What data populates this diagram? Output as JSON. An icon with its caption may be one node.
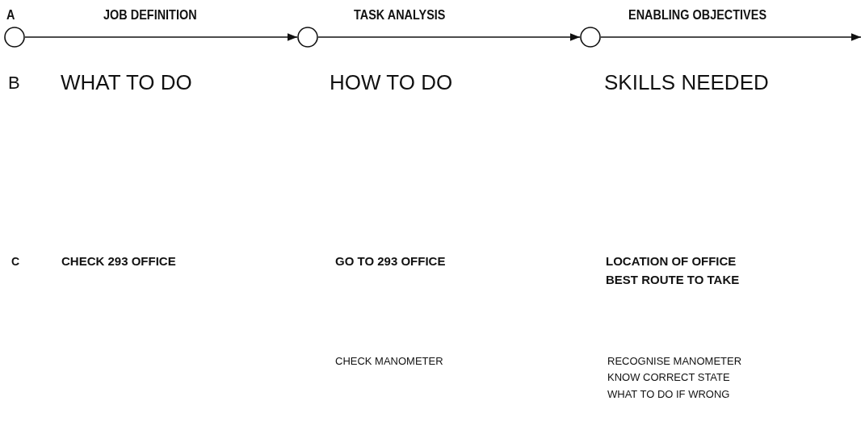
{
  "diagram": {
    "nodes": [
      {
        "text": [],
        "shape": "circle"
      },
      {
        "text": [],
        "shape": "circle"
      },
      {
        "text": [],
        "shape": "circle"
      }
    ],
    "edges": [
      {
        "from": 0,
        "to": 1,
        "arrow": "to"
      },
      {
        "from": 1,
        "to": 2,
        "arrow": "to"
      },
      {
        "from": 2,
        "to": null,
        "arrow": "to"
      }
    ],
    "labels": [
      "A",
      "JOB DEFINITION",
      "TASK ANALYSIS",
      "ENABLING OBJECTIVES",
      "B",
      "WHAT TO DO",
      "HOW TO DO",
      "SKILLS NEEDED",
      "C",
      "CHECK 293 OFFICE",
      "GO TO 293 OFFICE",
      "LOCATION OF OFFICE",
      "BEST ROUTE TO TAKE",
      "CHECK MANOMETER",
      "RECOGNISE MANOMETER",
      "KNOW CORRECT STATE",
      "WHAT TO DO IF WRONG"
    ]
  }
}
